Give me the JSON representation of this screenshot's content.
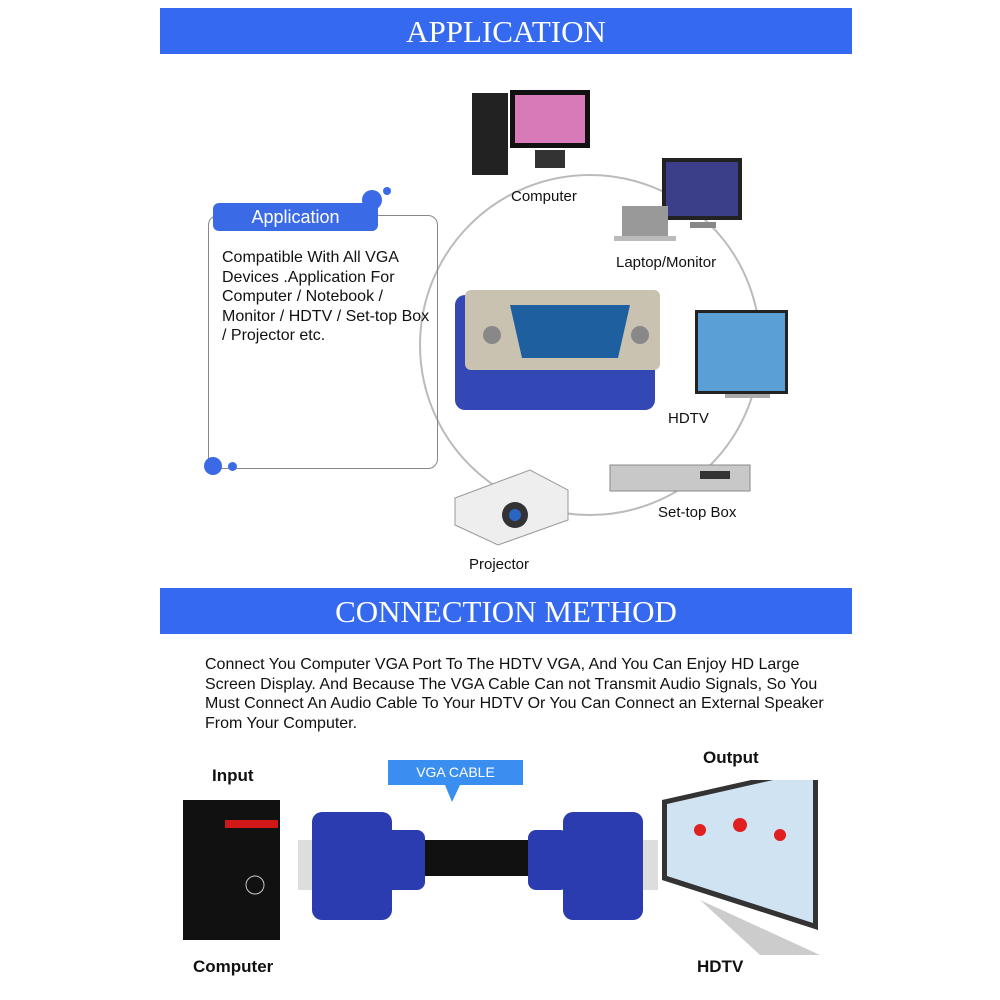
{
  "application_banner": "APPLICATION",
  "application_card": {
    "title": "Application",
    "text": "Compatible With All VGA Devices .Application For Computer / Notebook / Monitor / HDTV / Set-top Box / Projector etc."
  },
  "devices": {
    "computer": "Computer",
    "laptop_monitor": "Laptop/Monitor",
    "hdtv": "HDTV",
    "settop": "Set-top Box",
    "projector": "Projector"
  },
  "connection_banner": "CONNECTION METHOD",
  "connection_text": "Connect You Computer VGA Port To The HDTV VGA, And You Can Enjoy HD Large Screen Display. And Because The VGA Cable Can not Transmit Audio Signals, So You Must Connect An Audio Cable To Your HDTV Or You Can Connect an External Speaker From Your Computer.",
  "diagram": {
    "input": "Input",
    "output": "Output",
    "cable": "VGA CABLE",
    "left": "Computer",
    "right": "HDTV"
  },
  "colors": {
    "brand_blue": "#356af0"
  }
}
